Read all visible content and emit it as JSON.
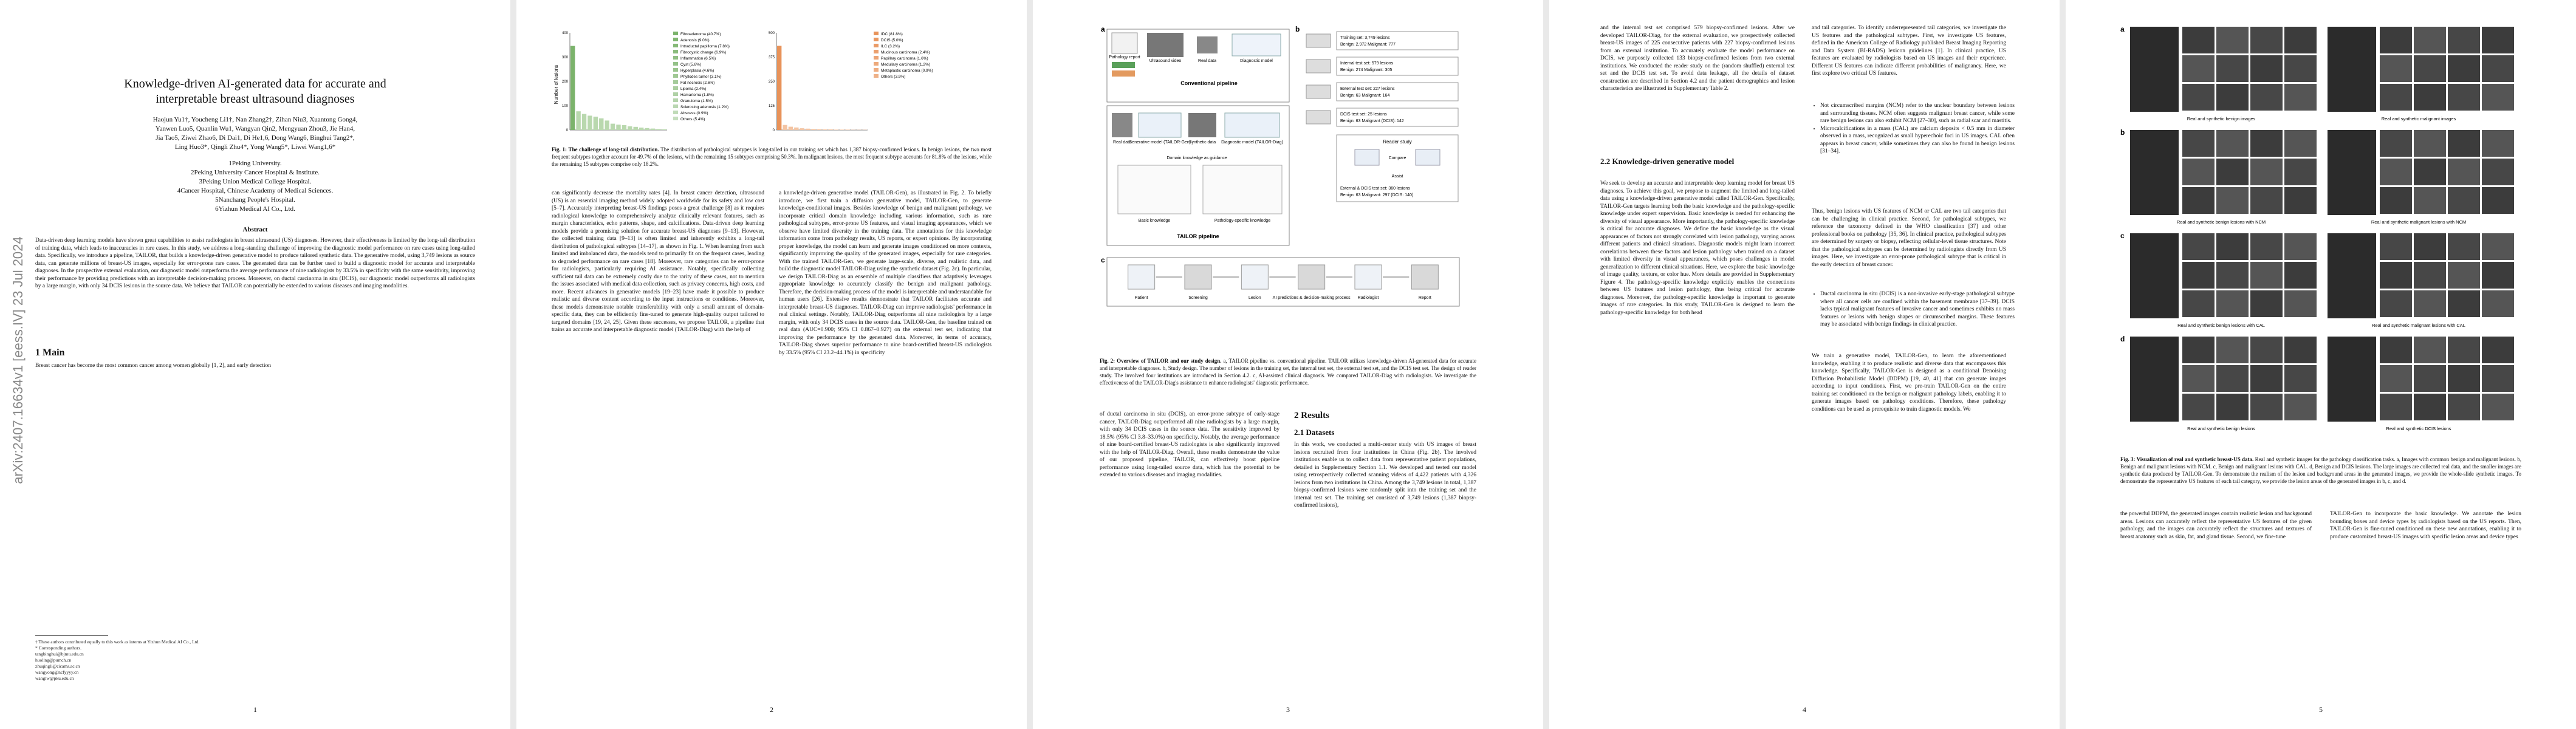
{
  "arxiv_stamp": "arXiv:2407.16634v1  [eess.IV]  23 Jul 2024",
  "page1": {
    "title_line1": "Knowledge-driven AI-generated data for accurate and",
    "title_line2": "interpretable breast ultrasound diagnoses",
    "authors_line1": "Haojun Yu1†, Youcheng Li1†, Nan Zhang2†, Zihan Niu3, Xuantong Gong4,",
    "authors_line2": "Yanwen Luo5, Quanlin Wu1, Wangyan Qin2, Mengyuan Zhou3, Jie Han4,",
    "authors_line3": "Jia Tao5, Ziwei Zhao6, Di Dai1, Di He1,6, Dong Wang6, Binghui Tang2*,",
    "authors_line4": "Ling Huo3*, Qingli Zhu4*, Yong Wang5*, Liwei Wang1,6*",
    "affil1": "1Peking University.",
    "affil2": "2Peking University Cancer Hospital & Institute.",
    "affil3": "3Peking Union Medical College Hospital.",
    "affil4": "4Cancer Hospital, Chinese Academy of Medical Sciences.",
    "affil5": "5Nanchang People's Hospital.",
    "affil6": "6Yizhun Medical AI Co., Ltd.",
    "abstract_heading": "Abstract",
    "abstract": "Data-driven deep learning models have shown great capabilities to assist radiologists in breast ultrasound (US) diagnoses. However, their effectiveness is limited by the long-tail distribution of training data, which leads to inaccuracies in rare cases. In this study, we address a long-standing challenge of improving the diagnostic model performance on rare cases using long-tailed data. Specifically, we introduce a pipeline, TAILOR, that builds a knowledge-driven generative model to produce tailored synthetic data. The generative model, using 3,749 lesions as source data, can generate millions of breast-US images, especially for error-prone rare cases. The generated data can be further used to build a diagnostic model for accurate and interpretable diagnoses. In the prospective external evaluation, our diagnostic model outperforms the average performance of nine radiologists by 33.5% in specificity with the same sensitivity, improving their performance by providing predictions with an interpretable decision-making process. Moreover, on ductal carcinoma in situ (DCIS), our diagnostic model outperforms all radiologists by a large margin, with only 34 DCIS lesions in the source data. We believe that TAILOR can potentially be extended to various diseases and imaging modalities.",
    "section1": "1   Main",
    "main_text": "Breast cancer has become the most common cancer among women globally [1, 2], and early detection",
    "footnotes": [
      "† These authors contributed equally to this work as interns at Yizhun Medical AI Co., Ltd.",
      "* Corresponding authors.",
      "tangbinghui@bjmu.edu.cn",
      "huoling@pumch.cn",
      "zhuqingli@cicams.ac.cn",
      "wangyong@ncfyyyy.cn",
      "wanglw@pku.edu.cn"
    ],
    "page_number": "1"
  },
  "page2": {
    "fig1_caption_bold": "Fig. 1: The challenge of long-tail distribution.",
    "fig1_caption": "The distribution of pathological subtypes is long-tailed in our training set which has 1,387 biopsy-confirmed lesions. In benign lesions, the two most frequent subtypes together account for 49.7% of the lesions, with the remaining 15 subtypes comprising 50.3%. In malignant lesions, the most frequent subtype accounts for 81.8% of the lesions, while the remaining 15 subtypes comprise only 18.2%.",
    "col1": "can significantly decrease the mortality rates [4]. In breast cancer detection, ultrasound (US) is an essential imaging method widely adopted worldwide for its safety and low cost [5–7]. Accurately interpreting breast-US findings poses a great challenge [8] as it requires radiological knowledge to comprehensively analyze clinically relevant features, such as margin characteristics, echo patterns, shape, and calcifications. Data-driven deep learning models provide a promising solution for accurate breast-US diagnoses [9–13]. However, the collected training data [9–13] is often limited and inherently exhibits a long-tail distribution of pathological subtypes [14–17], as shown in Fig. 1. When learning from such limited and imbalanced data, the models tend to primarily fit on the frequent cases, leading to degraded performance on rare cases [18]. Moreover, rare categories can be error-prone for radiologists, particularly requiring AI assistance. Notably, specifically collecting sufficient tail data can be extremely costly due to the rarity of these cases, not to mention the issues associated with medical data collection, such as privacy concerns, high costs, and more. Recent advances in generative models [19–23] have made it possible to produce realistic and diverse content according to the input instructions or conditions. Moreover, these models demonstrate notable transferability with only a small amount of domain-specific data, they can be efficiently fine-tuned to generate high-quality output tailored to targeted domains [19, 24, 25]. Given these successes, we propose TAILOR, a pipeline that trains an accurate and interpretable diagnostic model (TAILOR-Diag) with the help of",
    "col2": "a knowledge-driven generative model (TAILOR-Gen), as illustrated in Fig. 2. To briefly introduce, we first train a diffusion generative model, TAILOR-Gen, to generate knowledge-conditional images. Besides knowledge of benign and malignant pathology, we incorporate critical domain knowledge including various information, such as rare pathological subtypes, error-prone US features, and visual imaging appearances, which we observe have limited diversity in the training data. The annotations for this knowledge information come from pathology results, US reports, or expert opinions. By incorporating proper knowledge, the model can learn and generate images conditioned on more contexts, significantly improving the quality of the generated images, especially for rare categories. With the trained TAILOR-Gen, we generate large-scale, diverse, and realistic data, and build the diagnostic model TAILOR-Diag using the synthetic dataset (Fig. 2c). In particular, we design TAILOR-Diag as an ensemble of multiple classifiers that adaptively leverages appropriate knowledge to accurately classify the benign and malignant pathology. Therefore, the decision-making process of the model is interpretable and understandable for human users [26]. Extensive results demonstrate that TAILOR facilitates accurate and interpretable breast-US diagnoses. TAILOR-Diag can improve radiologists' performance in real clinical settings. Notably, TAILOR-Diag outperforms all nine radiologists by a large margin, with only 34 DCIS cases in the source data. TAILOR-Gen, the baseline trained on real data (AUC=0.900; 95% CI 0.867–0.927) on the external test set, indicating that improving the performance by the generated data. Moreover, in terms of accuracy, TAILOR-Diag shows superior performance to nine board-certified breast-US radiologists by 33.5% (95% CI 23.2–44.1%) in specificity",
    "page_number": "2"
  },
  "fig1": {
    "ylabel": "Number of lesions",
    "benign_legend": [
      "Fibroadenoma (40.7%)",
      "Adenosis (9.0%)",
      "Intraductal papilloma (7.8%)",
      "Fibrocystic change (6.9%)",
      "Inflammation (6.5%)",
      "Cyst (5.6%)",
      "Hyperplasia (4.6%)",
      "Phyllodes tumor (3.1%)",
      "Fat necrosis (2.6%)",
      "Lipoma (2.4%)",
      "Hamartoma (1.8%)",
      "Granuloma (1.5%)",
      "Sclerosing adenosis (1.2%)",
      "Abscess (0.9%)",
      "Others (5.4%)"
    ],
    "malignant_legend": [
      "IDC (81.8%)",
      "DCIS (5.0%)",
      "ILC (3.2%)",
      "Mucinous carcinoma (2.4%)",
      "Papillary carcinoma (1.6%)",
      "Medullary carcinoma (1.2%)",
      "Metaplastic carcinoma (0.9%)",
      "Others (3.9%)"
    ]
  },
  "chart_data": [
    {
      "type": "bar",
      "title": "",
      "xlabel": "",
      "ylabel": "Number of lesions",
      "series": [
        {
          "name": "Benign",
          "values": [
            346,
            77,
            66,
            59,
            55,
            48,
            39,
            26,
            22,
            20,
            15,
            13,
            10,
            8,
            6,
            4,
            3
          ]
        }
      ],
      "ylim": [
        0,
        400
      ]
    },
    {
      "type": "bar",
      "title": "",
      "xlabel": "",
      "ylabel": "",
      "series": [
        {
          "name": "Malignant",
          "values": [
            433,
            26,
            17,
            13,
            9,
            7,
            5,
            4,
            3,
            3,
            2,
            2,
            2,
            1,
            1,
            1
          ]
        }
      ],
      "ylim": [
        0,
        500
      ]
    }
  ],
  "page3": {
    "fig2": {
      "panel_a": "a",
      "panel_b": "b",
      "panel_c": "c",
      "pathology_report": "Pathology report",
      "ultrasound_video": "Ultrasound video",
      "real_data": "Real data",
      "diagnostic_model": "Diagnostic model",
      "conventional_pipeline": "Conventional pipeline",
      "gen_model": "Generative model (TAILOR-Gen)",
      "synthetic_data": "Synthetic data",
      "diag_model": "Diagnostic model (TAILOR-Diag)",
      "domain_knowledge": "Domain knowledge as guidance",
      "basic_knowledge": "Basic knowledge",
      "pathology_knowledge": "Pathology-specific knowledge",
      "tailor_pipeline": "TAILOR pipeline",
      "training_set": "Training set: 3,749 lesions",
      "training_detail": "Benign: 2,972 Malignant: 777",
      "internal_set": "Internal test set: 579 lesions",
      "internal_detail": "Benign: 274 Malignant: 305",
      "external_set": "External test set: 227 lesions",
      "external_detail": "Benign: 63 Malignant: 164",
      "dcis_set": "DCIS test set: 25 lesions",
      "dcis_detail": "Benign: 63 Malignant (DCIS): 142",
      "reader_study": "Reader study",
      "compare": "Compare",
      "assist": "Assist",
      "reader_detail1": "External & DCIS test set: 360 lesions",
      "reader_detail2": "Benign: 63 Malignant: 297 (DCIS: 140)",
      "flow": [
        "Patient",
        "Screening",
        "Lesion",
        "AI predictions & decision-making process",
        "Radiologist",
        "Report"
      ]
    },
    "fig2_caption_bold": "Fig. 2: Overview of TAILOR and our study design.",
    "fig2_caption": "a, TAILOR pipeline vs. conventional pipeline. TAILOR utilizes knowledge-driven AI-generated data for accurate and interpretable diagnoses. b, Study design. The number of lesions in the training set, the internal test set, the external test set, and the DCIS test set. The design of reader study. The involved four institutions are introduced in Section 4.2. c, AI-assisted clinical diagnosis. We compared TAILOR-Diag with radiologists. We investigate the effectiveness of the TAILOR-Diag's assistance to enhance radiologists' diagnostic performance.",
    "col1": "of ductal carcinoma in situ (DCIS), an error-prone subtype of early-stage cancer, TAILOR-Diag outperformed all nine radiologists by a large margin, with only 34 DCIS cases in the source data. The sensitivity improved by 18.5% (95% CI 3.8–33.0%) on specificity. Notably, the average performance of nine board-certified breast-US radiologists is also significantly improved with the help of TAILOR-Diag. Overall, these results demonstrate the value of our proposed pipeline, TAILOR, can effectively boost pipeline performance using long-tailed source data, which has the potential to be extended to various diseases and imaging modalities.",
    "results_heading": "2   Results",
    "datasets_heading": "2.1   Datasets",
    "col2": "In this work, we conducted a multi-center study with US images of breast lesions recruited from four institutions in China (Fig. 2b). The involved institutions enable us to collect data from representative patient populations, detailed in Supplementary Section 1.1. We developed and tested our model using retrospectively collected scanning videos of 4,422 patients with 4,326 lesions from two institutions in China. Among the 3,749 lesions in total, 1,387 biopsy-confirmed lesions were randomly split into the training set and the internal test set. The training set consisted of 3,749 lesions (1,387 biopsy-confirmed lesions),",
    "page_number": "3"
  },
  "page4": {
    "col1": "and the internal test set comprised 579 biopsy-confirmed lesions. After we developed TAILOR-Diag, for the external evaluation, we prospectively collected breast-US images of 225 consecutive patients with 227 biopsy-confirmed lesions from an external institution. To accurately evaluate the model performance on DCIS, we purposely collected 133 biopsy-confirmed lesions from two external institutions. We conducted the reader study on the (random shuffled) external test set and the DCIS test set. To avoid data leakage, all the details of dataset construction are described in Section 4.2 and the patient demographics and lesion characteristics are illustrated in Supplementary Table 2.",
    "section22": "2.2   Knowledge-driven generative model",
    "col1b": "We seek to develop an accurate and interpretable deep learning model for breast US diagnoses. To achieve this goal, we propose to augment the limited and long-tailed data using a knowledge-driven generative model called TAILOR-Gen. Specifically, TAILOR-Gen targets learning both the basic knowledge and the pathology-specific knowledge under expert supervision. Basic knowledge is needed for enhancing the diversity of visual appearance. More importantly, the pathology-specific knowledge is critical for accurate diagnoses. We define the basic knowledge as the visual appearances of factors not strongly correlated with lesion pathology, varying across different patients and clinical situations. Diagnostic models might learn incorrect correlations between these factors and lesion pathology when trained on a dataset with limited diversity in visual appearances, which poses challenges in model generalization to different clinical situations. Here, we explore the basic knowledge of image quality, texture, or color hue. More details are provided in Supplementary Figure 4. The pathology-specific knowledge explicitly enables the connections between US features and lesion pathology, thus being critical for accurate diagnoses. Moreover, the pathology-specific knowledge is important to generate images of rare categories. In this study, TAILOR-Gen is designed to learn the pathology-specific knowledge for both head",
    "col2": "and tail categories. To identify underrepresented tail categories, we investigate the US features and the pathological subtypes. First, we investigate US features, defined in the American College of Radiology published Breast Imaging Reporting and Data System (BI-RADS) lexicon guidelines [1]. In clinical practice, US features are evaluated by radiologists based on US images and their experience. Different US features can indicate different probabilities of malignancy. Here, we first explore two critical US features.",
    "bullets": [
      "Not circumscribed margins (NCM) refer to the unclear boundary between lesions and surrounding tissues. NCM often suggests malignant breast cancer, while some rare benign lesions can also exhibit NCM [27–30], such as radial scar and mastitis.",
      "Microcalcifications in a mass (CAL) are calcium deposits < 0.5 mm in diameter observed in a mass, recognized as small hyperechoic foci in US images. CAL often appears in breast cancer, while sometimes they can also be found in benign lesions [31–34]."
    ],
    "col2b": "Thus, benign lesions with US features of NCM or CAL are two tail categories that can be challenging in clinical practice. Second, for pathological subtypes, we reference the taxonomy defined in the WHO classification [37] and other professional books on pathology [35, 36]. In clinical practice, pathological subtypes are determined by surgery or biopsy, reflecting cellular-level tissue structures. Note that the pathological subtypes can be determined by radiologists directly from US images. Here, we investigate an error-prone pathological subtype that is critical in the early detection of breast cancer.",
    "bullets2": [
      "Ductal carcinoma in situ (DCIS) is a non-invasive early-stage pathological subtype where all cancer cells are confined within the basement membrane [37–39]. DCIS lacks typical malignant features of invasive cancer and sometimes exhibits no mass features or lesions with benign shapes or circumscribed margins. These features may be associated with benign findings in clinical practice."
    ],
    "col2c": "We train a generative model, TAILOR-Gen, to learn the aforementioned knowledge, enabling it to produce realistic and diverse data that encompasses this knowledge. Specifically, TAILOR-Gen is designed as a conditional Denoising Diffusion Probabilistic Model (DDPM) [19, 40, 41] that can generate images according to input conditions. First, we pre-train TAILOR-Gen on the entire training set conditioned on the benign or malignant pathology labels, enabling it to generate images based on pathology conditions. Therefore, these pathology conditions can be used as prerequisite to train diagnostic models. We",
    "page_number": "4"
  },
  "page5": {
    "fig3": {
      "panel_a": "a",
      "panel_b": "b",
      "panel_c": "c",
      "panel_d": "d",
      "label_a1": "Real and synthetic benign images",
      "label_a2": "Real and synthetic malignant images",
      "label_b1": "Real and synthetic benign lesions with NCM",
      "label_b2": "Real and synthetic malignant lesions with NCM",
      "label_c1": "Real and synthetic benign lesions with CAL",
      "label_c2": "Real and synthetic malignant lesions with CAL",
      "label_d1": "Real and synthetic benign lesions",
      "label_d2": "Real and synthetic DCIS lesions"
    },
    "fig3_caption_bold": "Fig. 3: Visualization of real and synthetic breast-US data.",
    "fig3_caption": "Real and synthetic images for the pathology classification tasks. a, Images with common benign and malignant lesions. b, Benign and malignant lesions with NCM. c, Benign and malignant lesions with CAL. d, Benign and DCIS lesions. The large images are collected real data, and the smaller images are synthetic data produced by TAILOR-Gen. To demonstrate the realism of the lesion and background areas in the generated images, we provide the whole-slide synthetic images. To demonstrate the representative US features of each tail category, we provide the lesion areas of the generated images in b, c, and d.",
    "col1": "the powerful DDPM, the generated images contain realistic lesion and background areas. Lesions can accurately reflect the representative US features of the given pathology, and the images can accurately reflect the structures and textures of breast anatomy such as skin, fat, and gland tissue. Second, we fine-tune",
    "col2": "TAILOR-Gen to incorporate the basic knowledge. We annotate the lesion bounding boxes and device types by radiologists based on the US reports. Then, TAILOR-Gen is fine-tuned conditioned on these new annotations, enabling it to produce customized breast-US images with specific lesion areas and device types",
    "page_number": "5"
  }
}
